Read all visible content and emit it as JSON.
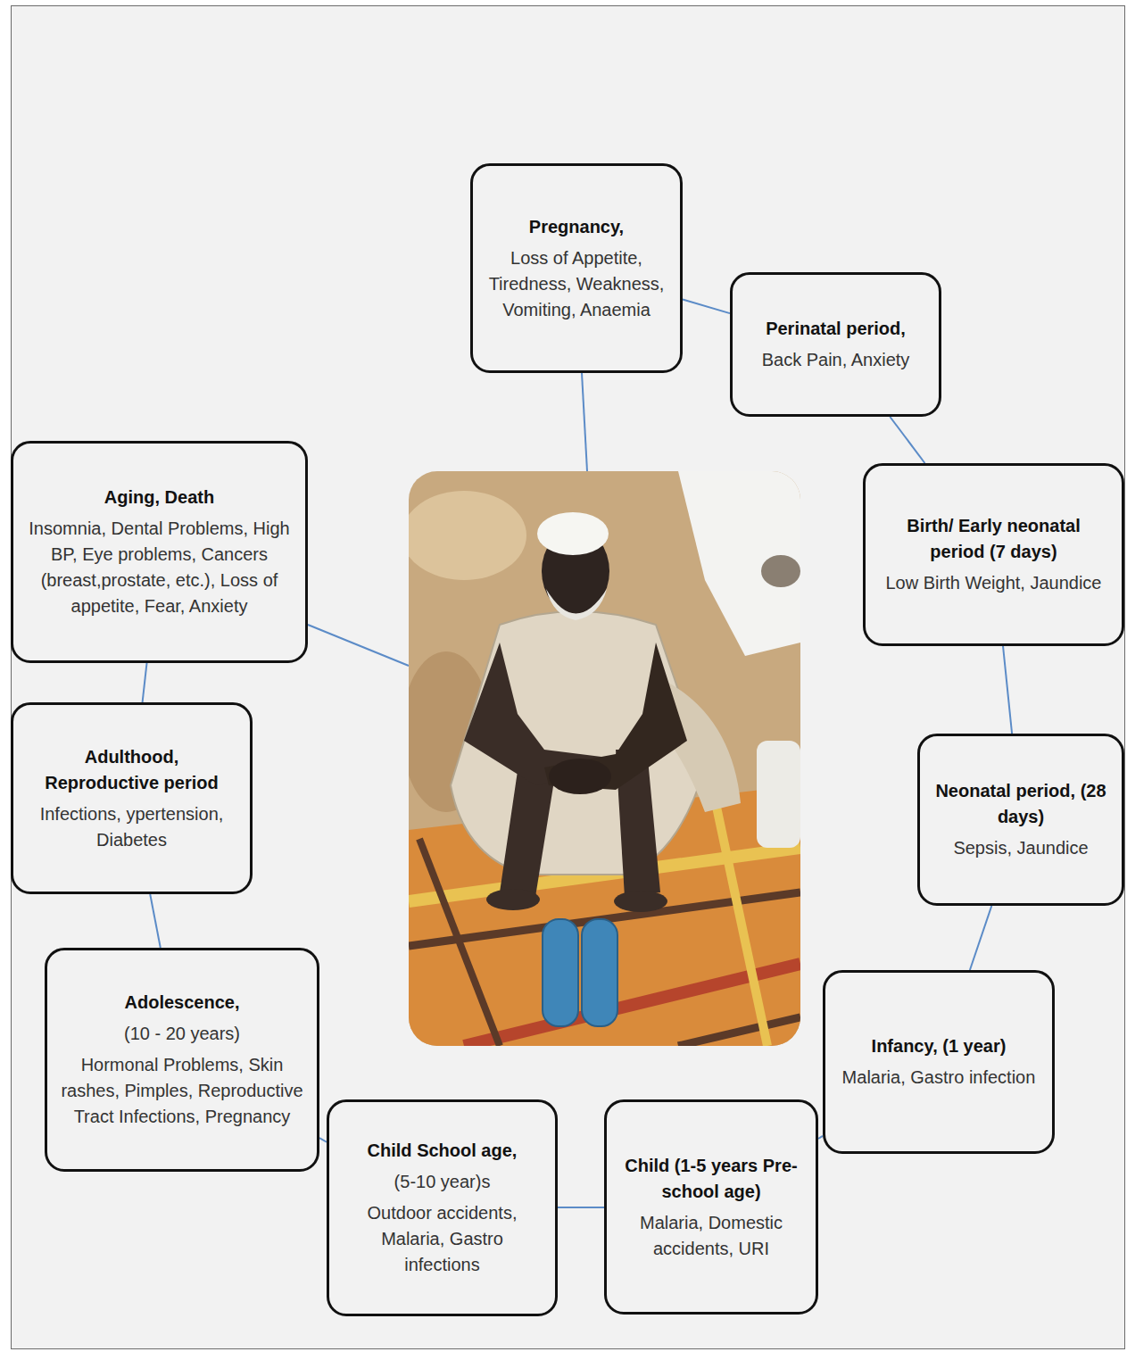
{
  "diagram": {
    "nodes": [
      {
        "text": [
          "Pregnancy,",
          "Loss of Appetite, Tiredness, Weakness, Vomiting, Anaemia"
        ]
      },
      {
        "text": [
          "Perinatal period,",
          "Back Pain, Anxiety"
        ]
      },
      {
        "text": [
          "Birth/ Early neonatal period (7 days)",
          "Low Birth Weight, Jaundice"
        ]
      },
      {
        "text": [
          "Neonatal period, (28 days)",
          "Sepsis, Jaundice"
        ]
      },
      {
        "text": [
          "Infancy, (1 year)",
          "Malaria, Gastro infection"
        ]
      },
      {
        "text": [
          "Child (1-5 years Pre-school age)",
          "Malaria, Domestic accidents, URI"
        ]
      },
      {
        "text": [
          "Child School age,",
          "(5-10 year)s",
          "Outdoor accidents, Malaria, Gastro infections"
        ]
      },
      {
        "text": [
          "Adolescence,",
          "(10 - 20 years)",
          "Hormonal Problems, Skin rashes, Pimples, Reproductive Tract Infections, Pregnancy"
        ]
      },
      {
        "text": [
          "Adulthood, Reproductive period",
          "Infections, ypertension, Diabetes"
        ]
      },
      {
        "text": [
          "Aging, Death",
          "Insomnia, Dental Problems, High BP, Eye problems, Cancers (breast,prostate, etc.), Loss of appetite, Fear, Anxiety"
        ]
      }
    ],
    "edges": [
      {
        "from": 0,
        "to": 1,
        "arrow": "none"
      },
      {
        "from": 1,
        "to": 2,
        "arrow": "none"
      },
      {
        "from": 2,
        "to": 3,
        "arrow": "none"
      },
      {
        "from": 3,
        "to": 4,
        "arrow": "none"
      },
      {
        "from": 4,
        "to": 5,
        "arrow": "none"
      },
      {
        "from": 5,
        "to": 6,
        "arrow": "none"
      },
      {
        "from": 6,
        "to": 7,
        "arrow": "none"
      },
      {
        "from": 7,
        "to": 8,
        "arrow": "none"
      },
      {
        "from": 8,
        "to": 9,
        "arrow": "none"
      }
    ]
  }
}
